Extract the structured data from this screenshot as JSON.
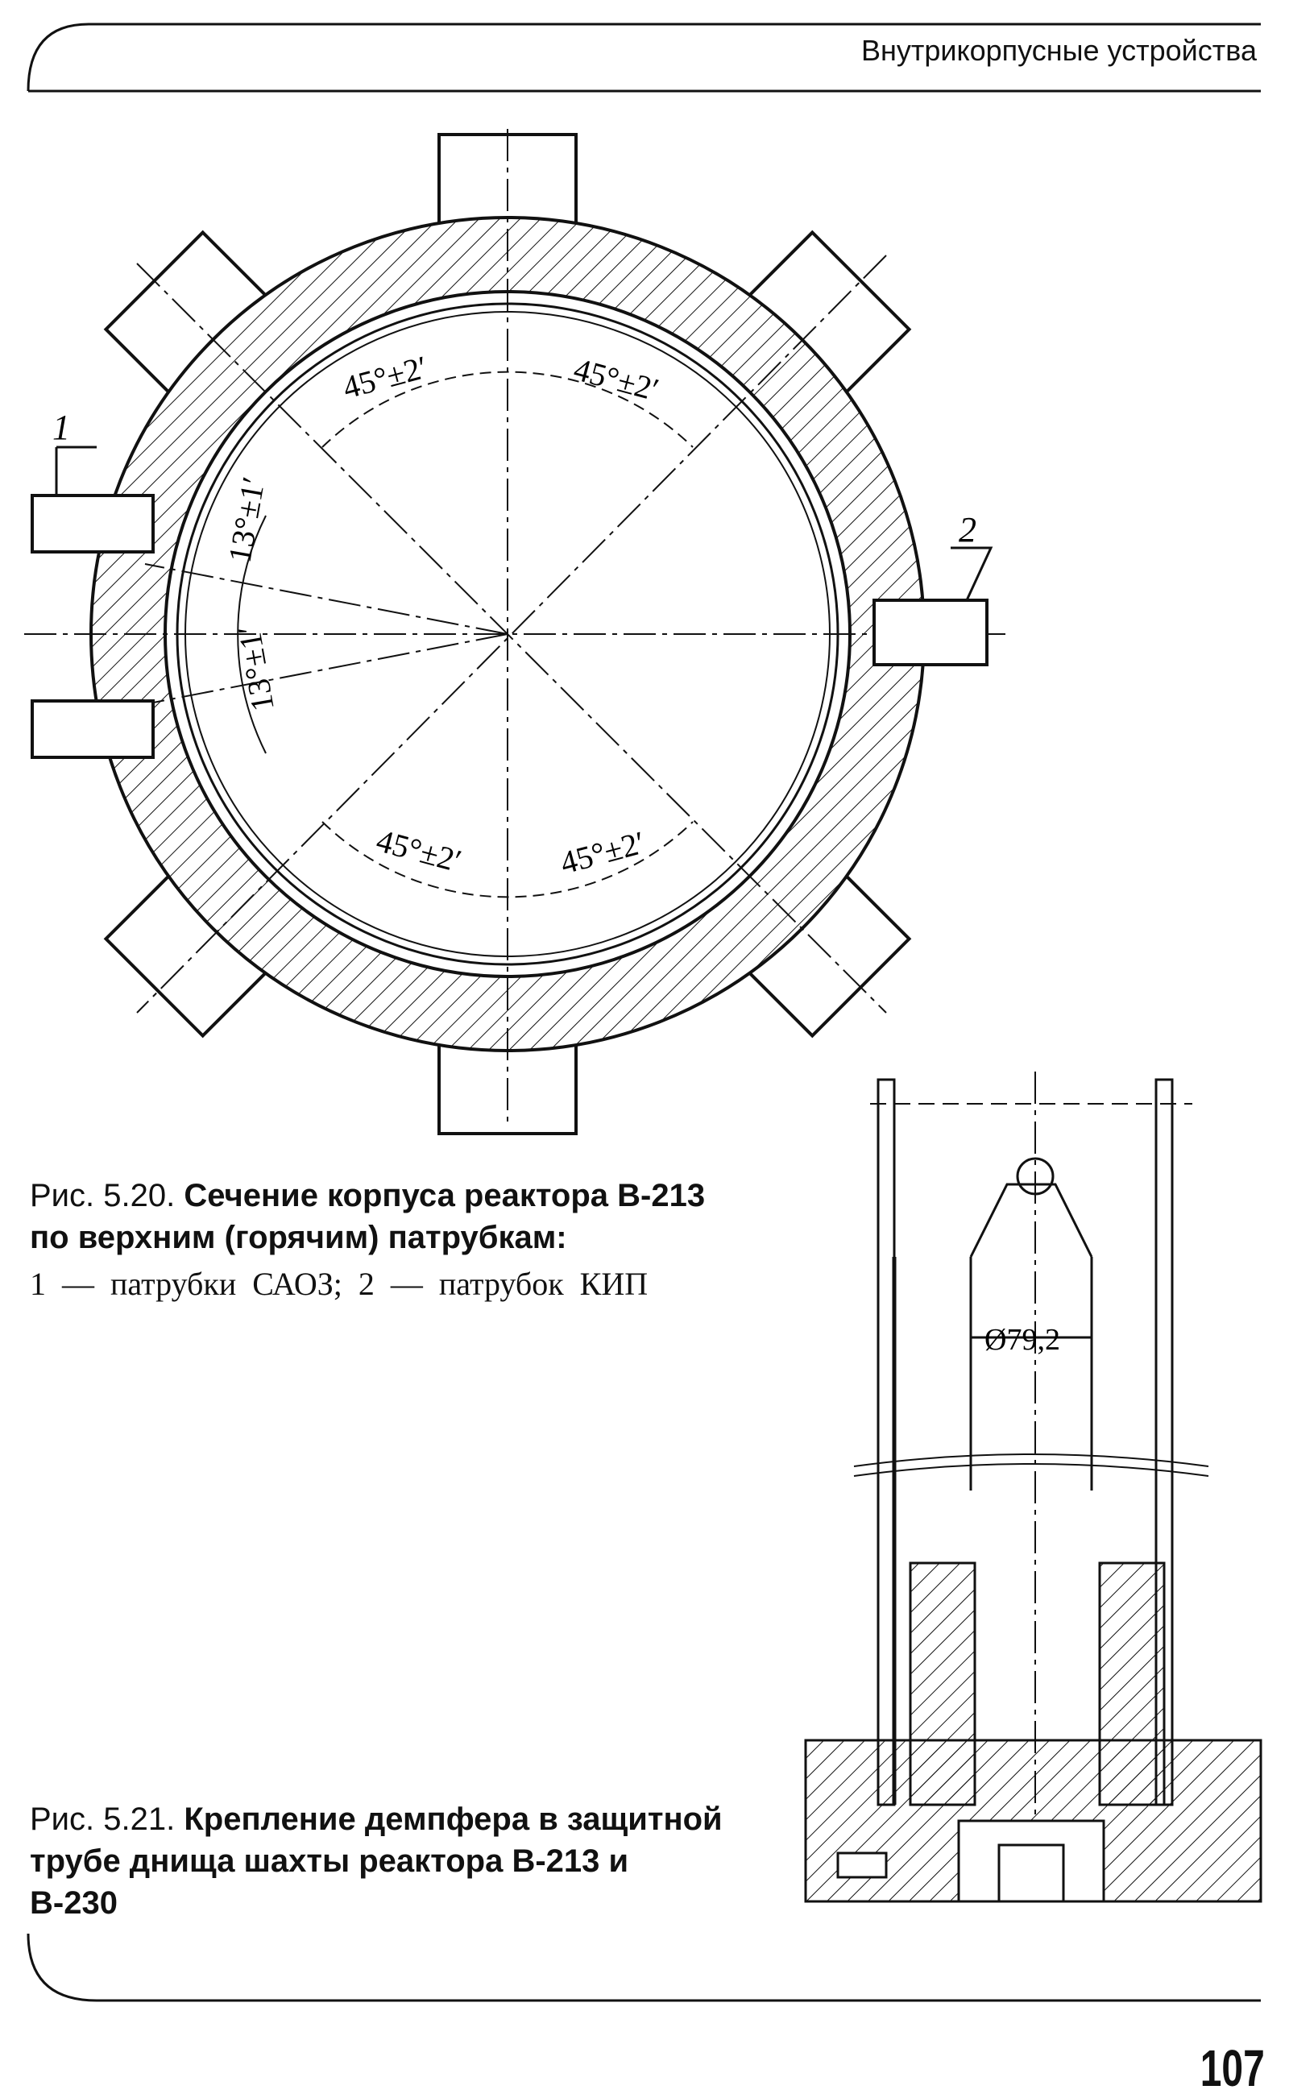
{
  "header": {
    "section_title": "Внутрикорпусные устройства"
  },
  "figure_5_20": {
    "label": "Рис. 5.20.",
    "title": "Сечение корпуса реактора В-213 по верхним (горячим) патрубкам:",
    "legend": "1 — патрубки САОЗ; 2 — патрубок КИП",
    "callouts": {
      "item1": "1",
      "item2": "2"
    },
    "angles": {
      "a1": "45°±2′",
      "a2": "45°±2′",
      "a3": "45°±2′",
      "a4": "45°±2′",
      "b1": "13°±1′",
      "b2": "13°±1′"
    }
  },
  "figure_5_21": {
    "label": "Рис. 5.21.",
    "title": "Крепление демпфера в защитной трубе днища шахты реактора В-213 и В-230",
    "dimension": "Ø79,2"
  },
  "page_number": "107"
}
